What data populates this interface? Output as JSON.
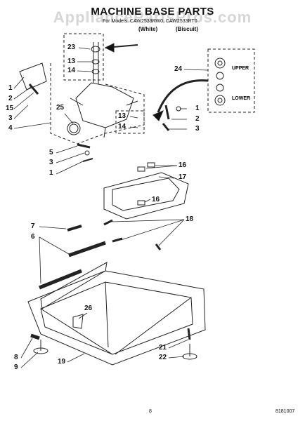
{
  "page": {
    "watermark": "AppliancePartsPros.com",
    "title": "MACHINE BASE PARTS",
    "subtitle": "For Models: CAW2533RW0, CAW2533RT0",
    "col_white": "(White)",
    "col_biscuit": "(Biscuit)",
    "page_number": "8",
    "doc_number": "8181007"
  },
  "inset": {
    "upper_label": "UPPER",
    "lower_label": "LOWER"
  },
  "callouts": [
    {
      "id": "c23",
      "text": "23"
    },
    {
      "id": "c13a",
      "text": "13"
    },
    {
      "id": "c14a",
      "text": "14"
    },
    {
      "id": "c24",
      "text": "24"
    },
    {
      "id": "c1a",
      "text": "1"
    },
    {
      "id": "c2a",
      "text": "2"
    },
    {
      "id": "c15",
      "text": "15"
    },
    {
      "id": "c3a",
      "text": "3"
    },
    {
      "id": "c4",
      "text": "4"
    },
    {
      "id": "c25",
      "text": "25"
    },
    {
      "id": "c13b",
      "text": "13"
    },
    {
      "id": "c14b",
      "text": "14"
    },
    {
      "id": "c1b",
      "text": "1"
    },
    {
      "id": "c2b",
      "text": "2"
    },
    {
      "id": "c3b",
      "text": "3"
    },
    {
      "id": "c5",
      "text": "5"
    },
    {
      "id": "c3c",
      "text": "3"
    },
    {
      "id": "c1c",
      "text": "1"
    },
    {
      "id": "c16a",
      "text": "16"
    },
    {
      "id": "c17",
      "text": "17"
    },
    {
      "id": "c16b",
      "text": "16"
    },
    {
      "id": "c7",
      "text": "7"
    },
    {
      "id": "c6",
      "text": "6"
    },
    {
      "id": "c18",
      "text": "18"
    },
    {
      "id": "c26",
      "text": "26"
    },
    {
      "id": "c8",
      "text": "8"
    },
    {
      "id": "c9",
      "text": "9"
    },
    {
      "id": "c19",
      "text": "19"
    },
    {
      "id": "c21",
      "text": "21"
    },
    {
      "id": "c22",
      "text": "22"
    }
  ]
}
